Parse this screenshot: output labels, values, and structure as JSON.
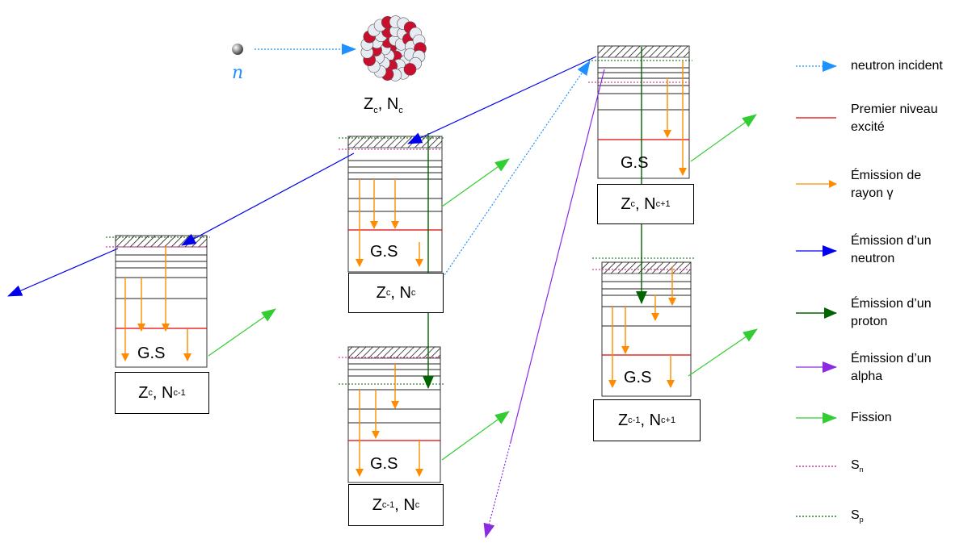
{
  "projectile": {
    "label": "n"
  },
  "compound": {
    "Z": "Z",
    "Z_sub": "c",
    "N": "N",
    "N_sub": "c"
  },
  "nuclei": [
    {
      "id": "Zc_Nc",
      "Z": "Z",
      "Z_sub": "c",
      "N": "N",
      "N_sub": "c",
      "ground_state": "G.S"
    },
    {
      "id": "Zc_Nc-1",
      "Z": "Z",
      "Z_sub": "c",
      "N": "N",
      "N_sub": "c-1",
      "ground_state": "G.S"
    },
    {
      "id": "Zc_Nc+1",
      "Z": "Z",
      "Z_sub": "c",
      "N": "N",
      "N_sub": "c+1",
      "ground_state": "G.S"
    },
    {
      "id": "Zc-1_Nc",
      "Z": "Z",
      "Z_sub": "c-1",
      "N": "N",
      "N_sub": "c",
      "ground_state": "G.S"
    },
    {
      "id": "Zc-1_Nc+1",
      "Z": "Z",
      "Z_sub": "c-1",
      "N": "N",
      "N_sub": "c+1",
      "ground_state": "G.S"
    }
  ],
  "legend": [
    {
      "key": "incident-neutron",
      "label": "neutron incident",
      "color": "#1e90ff",
      "style": "dotted-arrow"
    },
    {
      "key": "first-excited",
      "label": "Premier niveau excité",
      "color": "#e00000",
      "style": "line"
    },
    {
      "key": "gamma",
      "label": "Émission de rayon γ",
      "color": "#ff8c00",
      "style": "arrow"
    },
    {
      "key": "neutron",
      "label": "Émission d’un neutron",
      "color": "#0000ee",
      "style": "arrow"
    },
    {
      "key": "proton",
      "label": "Émission d’un proton",
      "color": "#006400",
      "style": "arrow"
    },
    {
      "key": "alpha",
      "label": "Émission d’un alpha",
      "color": "#8a2be2",
      "style": "arrow"
    },
    {
      "key": "fission",
      "label": "Fission",
      "color": "#32cd32",
      "style": "arrow"
    },
    {
      "key": "Sn",
      "label": "S",
      "sub": "n",
      "color": "#c71585",
      "style": "dotted-line"
    },
    {
      "key": "Sp",
      "label": "S",
      "sub": "p",
      "color": "#006400",
      "style": "dotted-line"
    }
  ]
}
